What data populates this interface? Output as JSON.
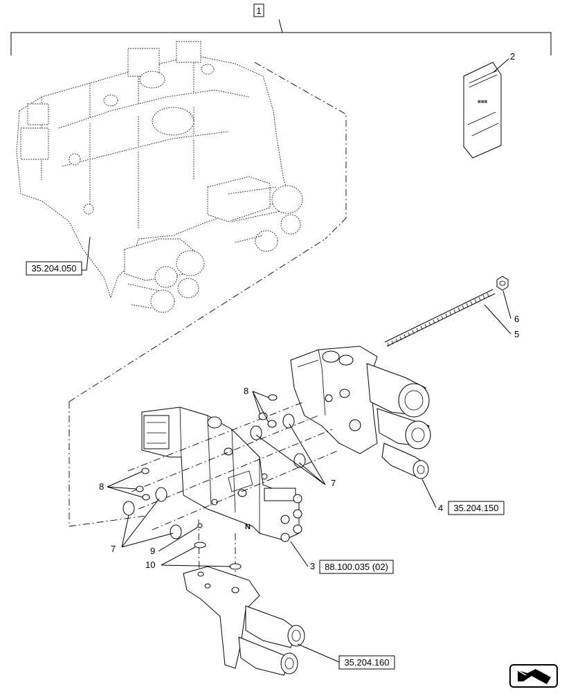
{
  "callouts": {
    "c1": "1",
    "c2": "2",
    "c3": "3",
    "c4": "4",
    "c5": "5",
    "c6": "6",
    "c7a": "7",
    "c7b": "7",
    "c8a": "8",
    "c8b": "8",
    "c9": "9",
    "c10": "10"
  },
  "references": {
    "ref_assembly": "35.204.050",
    "ref_actuator": "35.204.150",
    "ref_section": "88.100.035 (02)",
    "ref_end_plate": "35.204.160"
  },
  "icons": {
    "nav": "navigation-arrow-icon"
  }
}
